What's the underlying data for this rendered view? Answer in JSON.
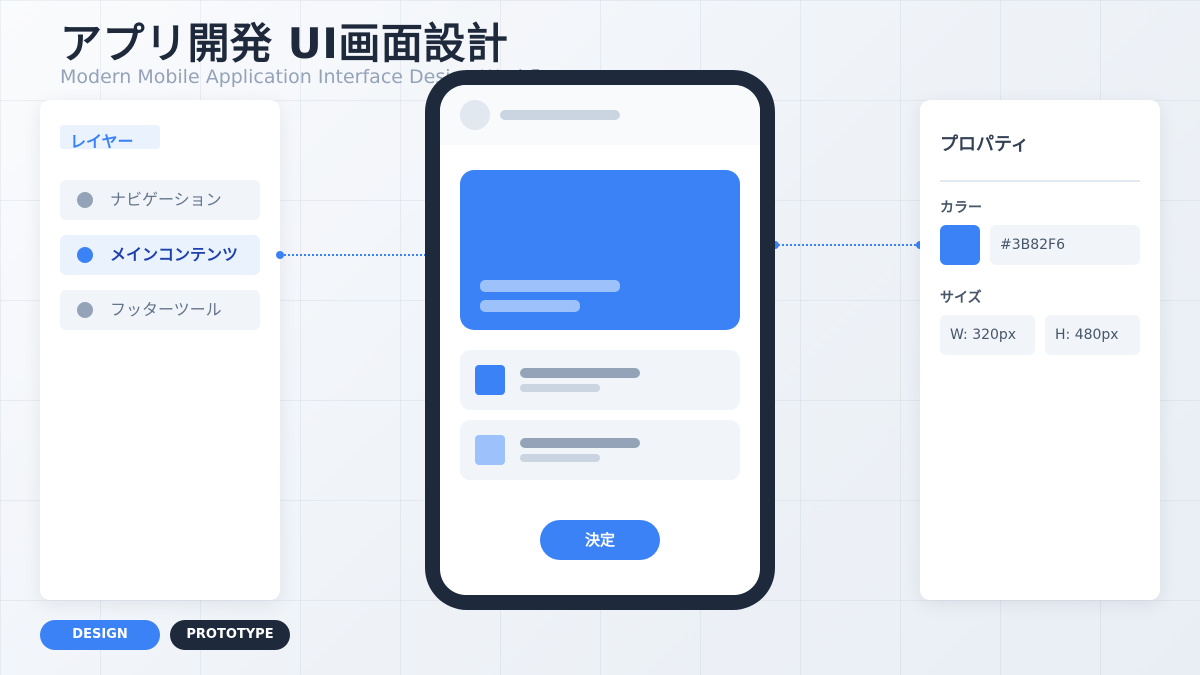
{
  "header": {
    "title": "アプリ開発 UI画面設計",
    "subtitle": "Modern Mobile Application Interface Design Workflow"
  },
  "layers": {
    "title": "レイヤー",
    "items": [
      {
        "label": "ナビゲーション",
        "active": false
      },
      {
        "label": "メインコンテンツ",
        "active": true
      },
      {
        "label": "フッターツール",
        "active": false
      }
    ]
  },
  "phone": {
    "button_label": "決定",
    "list_icon_colors": [
      "#3b82f6",
      "#9dc1fa"
    ]
  },
  "properties": {
    "title": "プロパティ",
    "color_label": "カラー",
    "color_value": "#3B82F6",
    "size_label": "サイズ",
    "width_value": "W: 320px",
    "height_value": "H: 480px"
  },
  "tags": [
    {
      "label": "DESIGN",
      "color": "#3b82f6"
    },
    {
      "label": "PROTOTYPE",
      "color": "#1e293b"
    }
  ],
  "colors": {
    "accent": "#3b82f6",
    "dark": "#1e293b",
    "muted": "#94a3b8"
  }
}
